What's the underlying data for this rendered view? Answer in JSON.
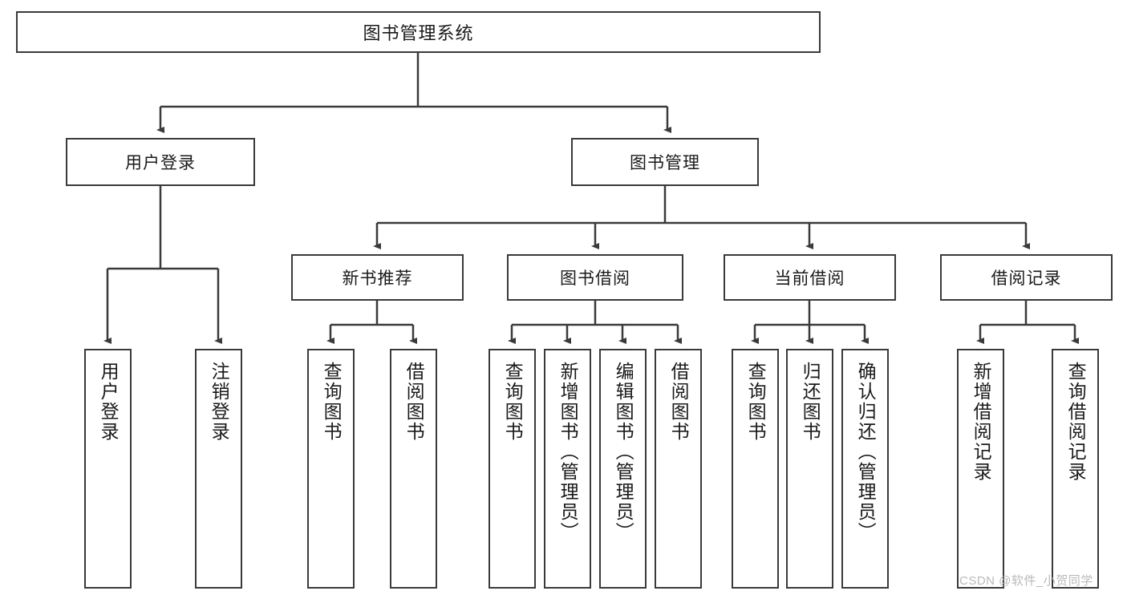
{
  "diagram": {
    "type": "tree-hierarchy-chart",
    "title": "图书管理系统",
    "colors": {
      "box_border": "#3a3a3a",
      "box_fill": "#ffffff",
      "connector": "#3a3a3a",
      "text": "#1a1a1a",
      "watermark": "#b9b9b9"
    },
    "root": {
      "label": "图书管理系统"
    },
    "level2": [
      {
        "label": "用户登录"
      },
      {
        "label": "图书管理"
      }
    ],
    "level3": [
      {
        "label": "新书推荐"
      },
      {
        "label": "图书借阅"
      },
      {
        "label": "当前借阅"
      },
      {
        "label": "借阅记录"
      }
    ],
    "leaves": {
      "user_login": [
        {
          "label": "用户登录"
        },
        {
          "label": "注销登录"
        }
      ],
      "new_book_recommend": [
        {
          "label": "查询图书"
        },
        {
          "label": "借阅图书"
        }
      ],
      "book_borrow": [
        {
          "label": "查询图书"
        },
        {
          "label": "新增图书（管理员）"
        },
        {
          "label": "编辑图书（管理员）"
        },
        {
          "label": "借阅图书"
        }
      ],
      "current_borrow": [
        {
          "label": "查询图书"
        },
        {
          "label": "归还图书"
        },
        {
          "label": "确认归还（管理员）"
        }
      ],
      "borrow_record": [
        {
          "label": "新增借阅记录"
        },
        {
          "label": "查询借阅记录"
        }
      ]
    }
  },
  "watermark": {
    "text": "CSDN @软件_小贺同学"
  }
}
